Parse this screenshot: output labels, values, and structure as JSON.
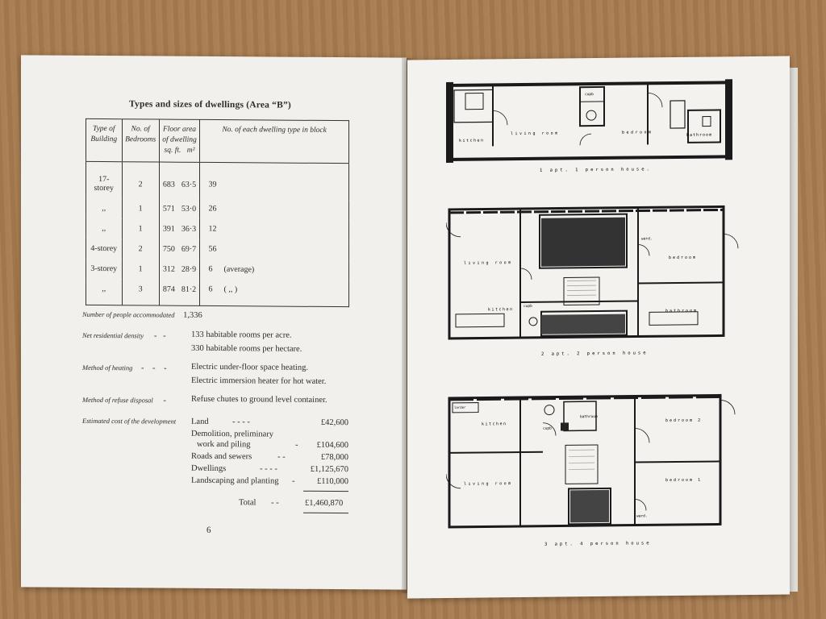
{
  "left_page": {
    "table_title": "Types and sizes of dwellings (Area “B”)",
    "headers": {
      "type": "Type of Building",
      "bedrooms": "No. of Bedrooms",
      "floor_area": "Floor area of dwelling",
      "sqft": "sq. ft.",
      "m2": "m²",
      "count": "No. of each dwelling type in block"
    },
    "rows": [
      {
        "type": "17-storey",
        "bedrooms": "2",
        "sqft": "683",
        "m2": "63·5",
        "count": "39",
        "note": ""
      },
      {
        "type": ",,",
        "bedrooms": "1",
        "sqft": "571",
        "m2": "53·0",
        "count": "26",
        "note": ""
      },
      {
        "type": ",,",
        "bedrooms": "1",
        "sqft": "391",
        "m2": "36·3",
        "count": "12",
        "note": ""
      },
      {
        "type": "4-storey",
        "bedrooms": "2",
        "sqft": "750",
        "m2": "69·7",
        "count": "56",
        "note": ""
      },
      {
        "type": "3-storey",
        "bedrooms": "1",
        "sqft": "312",
        "m2": "28·9",
        "count": "6",
        "note": "(average)"
      },
      {
        "type": ",,",
        "bedrooms": "3",
        "sqft": "874",
        "m2": "81·2",
        "count": "6",
        "note": "(     ,,     )"
      }
    ],
    "people_label": "Number of people accommodated",
    "people_value": "1,336",
    "density_label": "Net residential density",
    "density_value1": "133 habitable rooms per acre.",
    "density_value2": "330 habitable rooms per hectare.",
    "heating_label": "Method of heating",
    "heating_value1": "Electric under-floor space heating.",
    "heating_value2": "Electric immersion heater for hot water.",
    "refuse_label": "Method of refuse disposal",
    "refuse_value": "Refuse chutes to ground level container.",
    "cost_label": "Estimated cost of the development",
    "costs": [
      {
        "item": "Land",
        "dots": "-   -   -   -",
        "amount": "£42,600"
      },
      {
        "item": "Demolition, preliminary",
        "dots": "",
        "amount": ""
      },
      {
        "item": "work and piling",
        "dots": "-",
        "amount": "£104,600"
      },
      {
        "item": "Roads and sewers",
        "dots": "-   -",
        "amount": "£78,000"
      },
      {
        "item": "Dwellings",
        "dots": "-   -   -   -",
        "amount": "£1,125,670"
      },
      {
        "item": "Landscaping and planting",
        "dots": "-",
        "amount": "£110,000"
      }
    ],
    "total_label": "Total",
    "total_dots": "-   -",
    "total_amount": "£1,460,870",
    "page_number": "6"
  },
  "right_page": {
    "plan1": {
      "caption": "1 apt. 1 person house.",
      "rooms": {
        "kitchen": "kitchen",
        "living": "living room",
        "bedroom": "bedroom",
        "bathroom": "bathroom",
        "cupb": "cupb"
      }
    },
    "plan2": {
      "caption": "2 apt. 2 person house",
      "rooms": {
        "living": "living room",
        "bedroom1": "bedroom",
        "bedroom2": "bathroom",
        "kitchen": "kitchen",
        "cupb": "cupb",
        "ward": "ward."
      }
    },
    "plan3": {
      "caption": "3 apt. 4 person house",
      "rooms": {
        "kitchen": "kitchen",
        "bathroom": "bathroom",
        "living": "living room",
        "bedroom2": "bedroom 2",
        "bedroom1": "bedroom 1",
        "cupb": "cupb",
        "ward": "ward.",
        "larder": "larder"
      }
    }
  }
}
